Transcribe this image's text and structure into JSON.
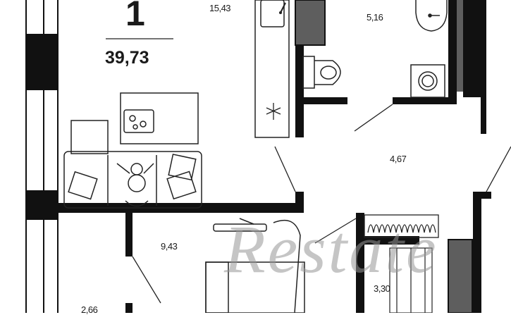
{
  "plan": {
    "rooms_count": "1",
    "total_area": "39,73",
    "rooms": [
      {
        "id": "living",
        "area": "15,43"
      },
      {
        "id": "bathroom",
        "area": "5,16"
      },
      {
        "id": "hall",
        "area": "4,67"
      },
      {
        "id": "kitchen",
        "area": "9,43"
      },
      {
        "id": "bedroom",
        "area": "2,66"
      },
      {
        "id": "storage",
        "area": "3,30"
      }
    ]
  },
  "watermark": {
    "text": "Restate"
  },
  "colors": {
    "wall": "#111111",
    "appliance": "#5e5e5e",
    "line": "#222222",
    "background": "#ffffff"
  },
  "icons": [
    "sink-icon",
    "toilet-icon",
    "washbasin-icon",
    "washer-icon",
    "stove-icon",
    "sofa-icon",
    "armchair-icon",
    "radiator-icon",
    "table-icon",
    "person-icon"
  ]
}
